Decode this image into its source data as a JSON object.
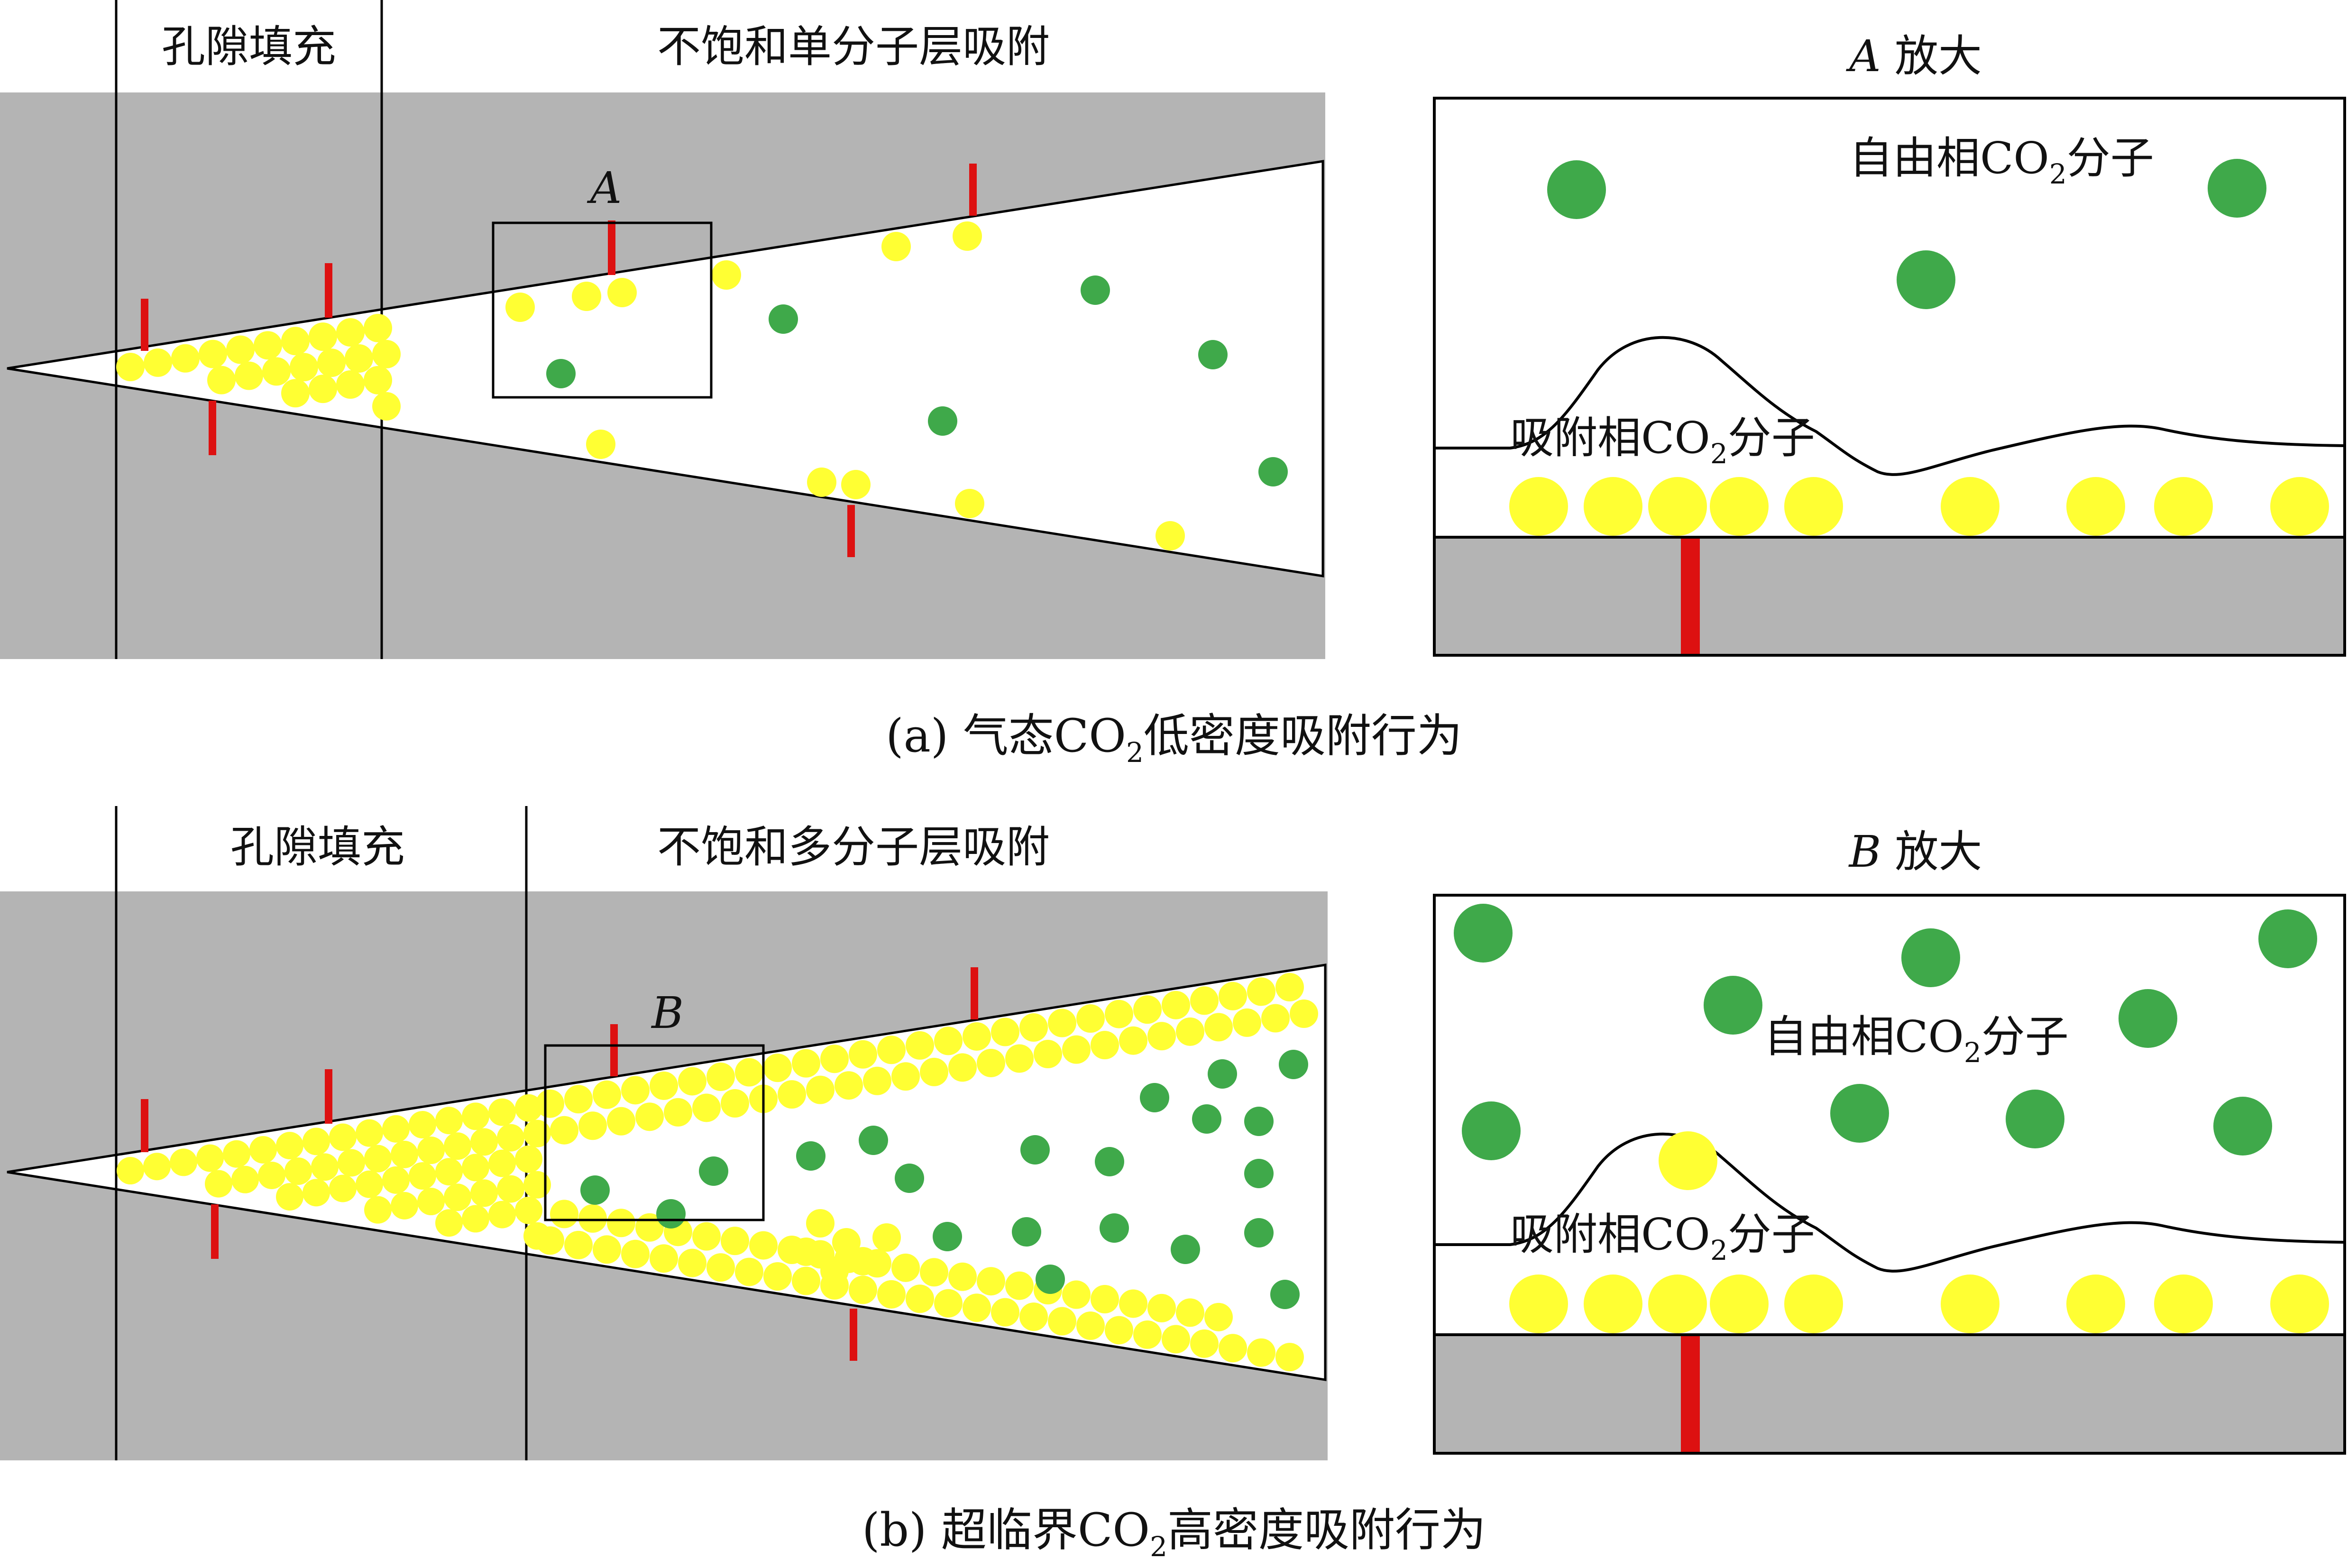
{
  "colors": {
    "rock": "#b4b4b4",
    "adsorbed_molecule": "#ffff33",
    "free_molecule": "#3fa94a",
    "fracture": "#dd1111",
    "pore": "#ffffff",
    "line": "#000000"
  },
  "panel_a": {
    "zone_left": "孔隙填充",
    "zone_right": "不饱和单分子层吸附",
    "box_letter": "A",
    "zoom_title_letter": "A",
    "zoom_title_text": "放大",
    "free_label_pre": "自由相CO",
    "free_label_sub": "2",
    "free_label_post": "分子",
    "ads_label_pre": "吸附相CO",
    "ads_label_sub": "2",
    "ads_label_post": "分子",
    "caption_pre": "(a)  气态CO",
    "caption_sub": "2",
    "caption_post": "低密度吸附行为"
  },
  "panel_b": {
    "zone_left": "孔隙填充",
    "zone_right": "不饱和多分子层吸附",
    "box_letter": "B",
    "zoom_title_letter": "B",
    "zoom_title_text": "放大",
    "free_label_pre": "自由相CO",
    "free_label_sub": "2",
    "free_label_post": "分子",
    "ads_label_pre": "吸附相CO",
    "ads_label_sub": "2",
    "ads_label_post": "分子",
    "caption_pre": "(b)  超临界CO",
    "caption_sub": "2",
    "caption_post": "高密度吸附行为"
  }
}
